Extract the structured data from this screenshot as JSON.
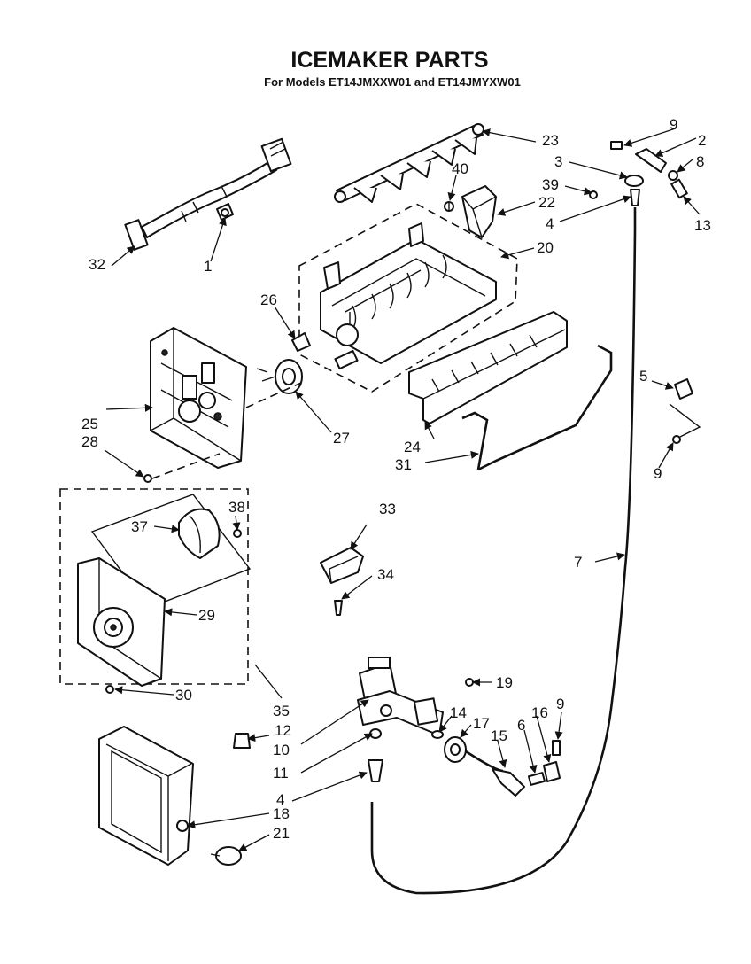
{
  "title": "ICEMAKER PARTS",
  "subtitle": "For Models ET14JMXXW01 and ET14JMYXW01",
  "callouts": {
    "c1": "1",
    "c2": "2",
    "c3": "3",
    "c4a": "4",
    "c4b": "4",
    "c5": "5",
    "c6": "6",
    "c7": "7",
    "c8": "8",
    "c9a": "9",
    "c9b": "9",
    "c9c": "9",
    "c10": "10",
    "c11": "11",
    "c12": "12",
    "c13": "13",
    "c14": "14",
    "c15": "15",
    "c16": "16",
    "c17": "17",
    "c18": "18",
    "c19": "19",
    "c20": "20",
    "c21": "21",
    "c22": "22",
    "c23": "23",
    "c24": "24",
    "c25": "25",
    "c26": "26",
    "c27": "27",
    "c28": "28",
    "c29": "29",
    "c30": "30",
    "c31": "31",
    "c32": "32",
    "c33": "33",
    "c34": "34",
    "c35": "35",
    "c37": "37",
    "c38": "38",
    "c39": "39",
    "c40": "40"
  }
}
